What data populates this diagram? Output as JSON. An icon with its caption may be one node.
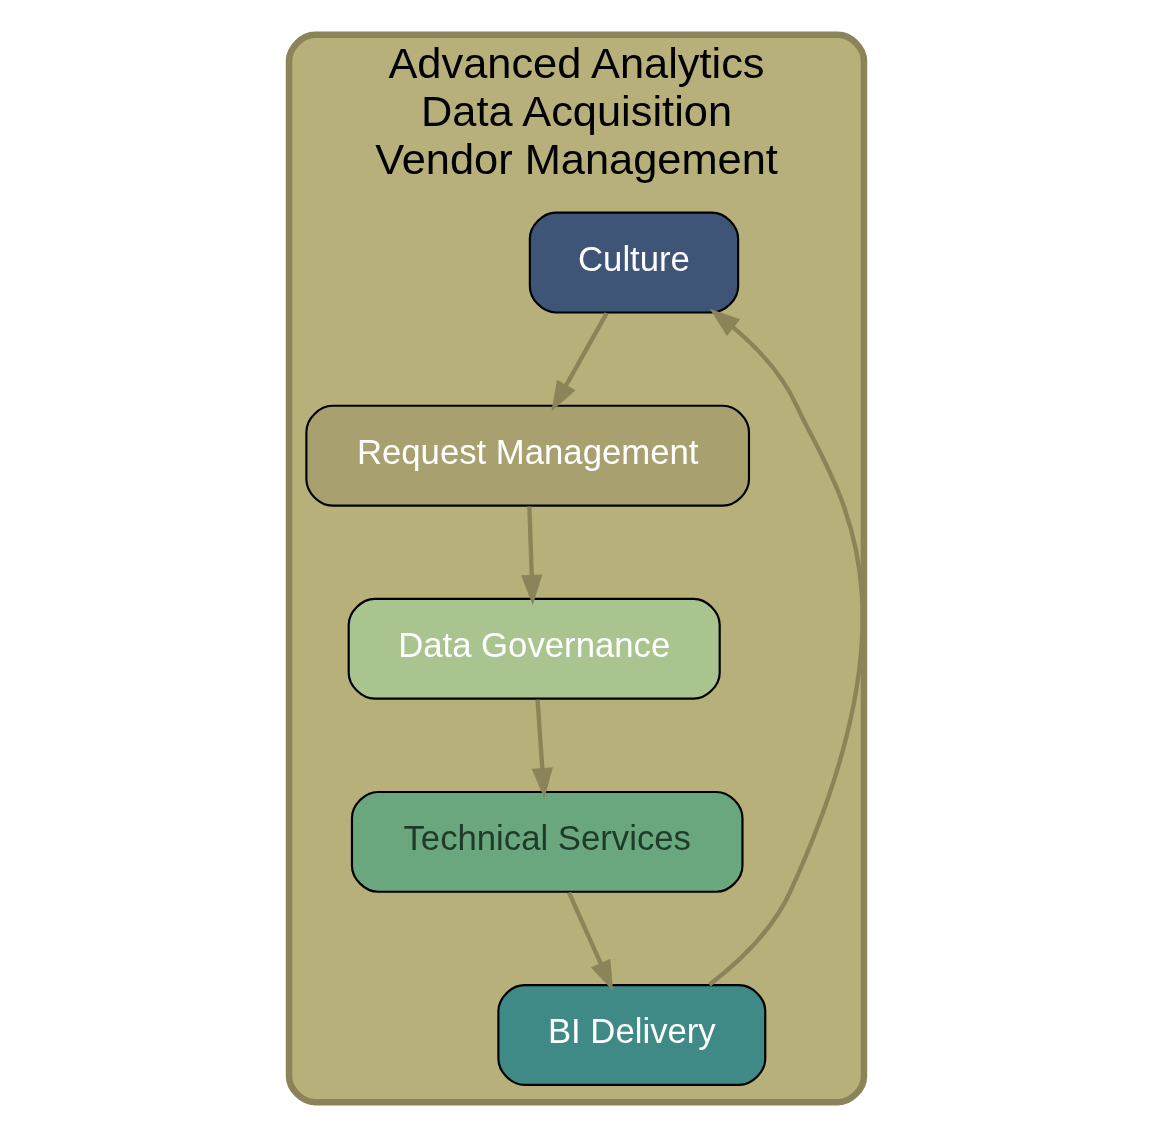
{
  "diagram": {
    "nodes": [
      {
        "text": [
          "Advanced Analytics",
          "Data Acquisition",
          "Vendor Management"
        ]
      },
      {
        "text": [
          "Culture"
        ],
        "in": 0
      },
      {
        "text": [
          "Request Management"
        ],
        "in": 0
      },
      {
        "text": [
          "Data Governance"
        ],
        "in": 0
      },
      {
        "text": [
          "Technical Services"
        ],
        "in": 0
      },
      {
        "text": [
          "BI Delivery"
        ],
        "in": 0
      }
    ],
    "edges": [
      {
        "from": 1,
        "to": 2,
        "arrow": "to"
      },
      {
        "from": 2,
        "to": 3,
        "arrow": "to"
      },
      {
        "from": 3,
        "to": 4,
        "arrow": "to"
      },
      {
        "from": 4,
        "to": 5,
        "arrow": "to"
      },
      {
        "from": 5,
        "to": 1,
        "arrow": "to"
      }
    ]
  }
}
